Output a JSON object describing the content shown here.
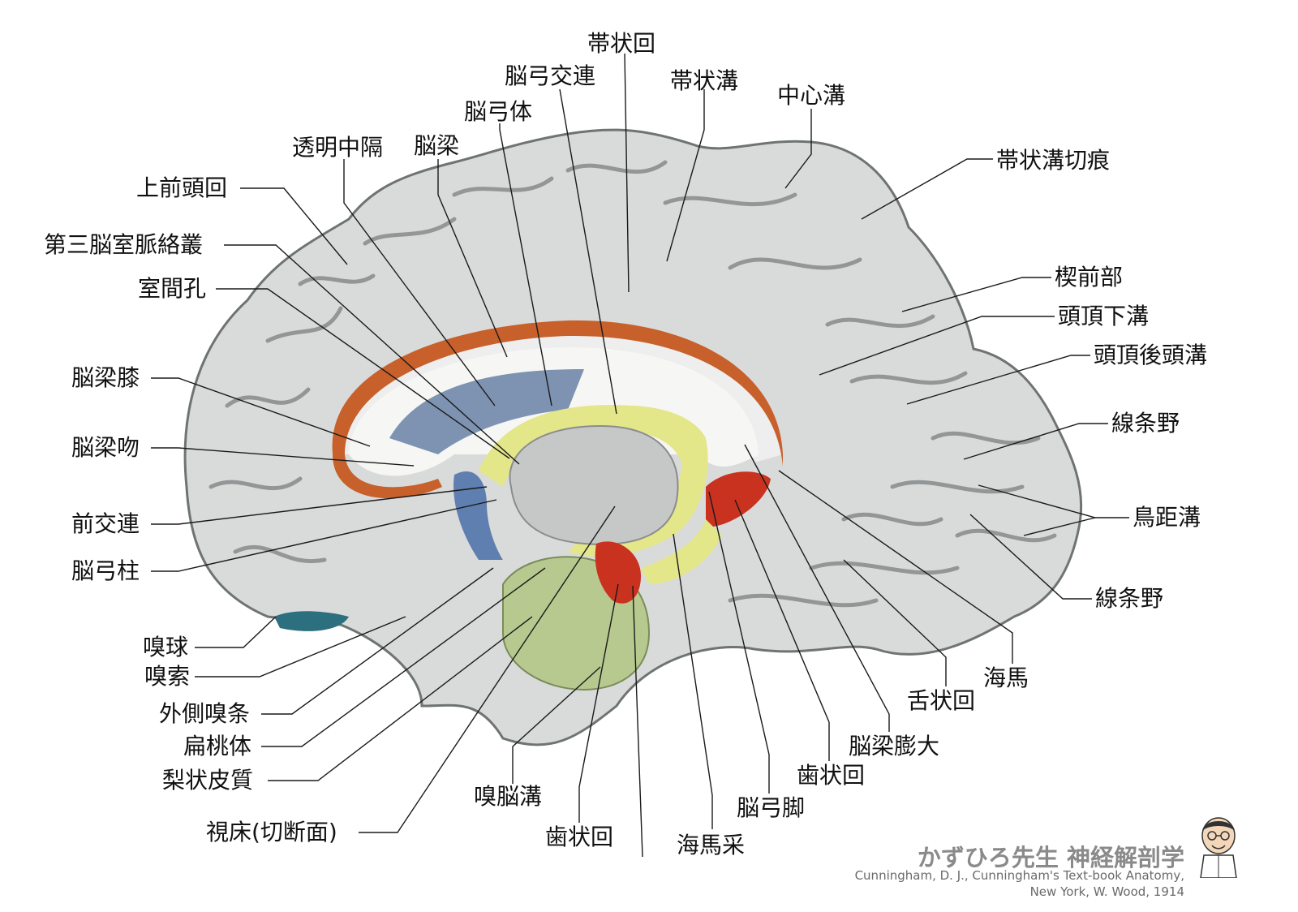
{
  "labels": [
    {
      "id": "cingulate-gyrus",
      "text": "帯状回"
    },
    {
      "id": "fornix-commissure",
      "text": "脳弓交連"
    },
    {
      "id": "cingulate-sulcus",
      "text": "帯状溝"
    },
    {
      "id": "central-sulcus",
      "text": "中心溝"
    },
    {
      "id": "fornix-body",
      "text": "脳弓体"
    },
    {
      "id": "septum-pellucidum",
      "text": "透明中隔"
    },
    {
      "id": "corpus-callosum",
      "text": "脳梁"
    },
    {
      "id": "marginal-ramus",
      "text": "帯状溝切痕"
    },
    {
      "id": "superior-frontal-gyrus",
      "text": "上前頭回"
    },
    {
      "id": "choroid-plexus",
      "text": "第三脳室脈絡叢"
    },
    {
      "id": "interventricular-foramen",
      "text": "室間孔"
    },
    {
      "id": "precuneus",
      "text": "楔前部"
    },
    {
      "id": "subparietal-sulcus",
      "text": "頭頂下溝"
    },
    {
      "id": "parieto-occipital-sulcus",
      "text": "頭頂後頭溝"
    },
    {
      "id": "genu",
      "text": "脳梁膝"
    },
    {
      "id": "striate-area-1",
      "text": "線条野"
    },
    {
      "id": "rostrum",
      "text": "脳梁吻"
    },
    {
      "id": "anterior-commissure",
      "text": "前交連"
    },
    {
      "id": "calcarine-sulcus",
      "text": "鳥距溝"
    },
    {
      "id": "fornix-column",
      "text": "脳弓柱"
    },
    {
      "id": "striate-area-2",
      "text": "線条野"
    },
    {
      "id": "olfactory-bulb",
      "text": "嗅球"
    },
    {
      "id": "olfactory-tract",
      "text": "嗅索"
    },
    {
      "id": "hippocampus",
      "text": "海馬"
    },
    {
      "id": "lingual-gyrus",
      "text": "舌状回"
    },
    {
      "id": "lateral-olfactory-stria",
      "text": "外側嗅条"
    },
    {
      "id": "splenium",
      "text": "脳梁膨大"
    },
    {
      "id": "amygdala",
      "text": "扁桃体"
    },
    {
      "id": "piriform-cortex",
      "text": "梨状皮質"
    },
    {
      "id": "dentate-gyrus-right",
      "text": "歯状回"
    },
    {
      "id": "rhinal-sulcus",
      "text": "嗅脳溝"
    },
    {
      "id": "fornix-crus",
      "text": "脳弓脚"
    },
    {
      "id": "thalamus-cut",
      "text": "視床(切断面)"
    },
    {
      "id": "dentate-gyrus-bottom",
      "text": "歯状回"
    },
    {
      "id": "fimbria",
      "text": "海馬采"
    }
  ],
  "credit": {
    "title": "かずひろ先生 神経解剖学",
    "line1": "Cunningham, D. J., Cunningham's Text-book Anatomy,",
    "line2": "New York, W. Wood, 1914"
  },
  "colors": {
    "brain": "#d9dbdb",
    "sulcus": "#6f7374",
    "corpus_callosum": "#c7602a",
    "fornix": "#e4e68a",
    "septum": "#7d93b1",
    "amygdala_region": "#b8c98f",
    "red_region": "#c8321f",
    "olfactory_bulb": "#2c6f7f"
  }
}
